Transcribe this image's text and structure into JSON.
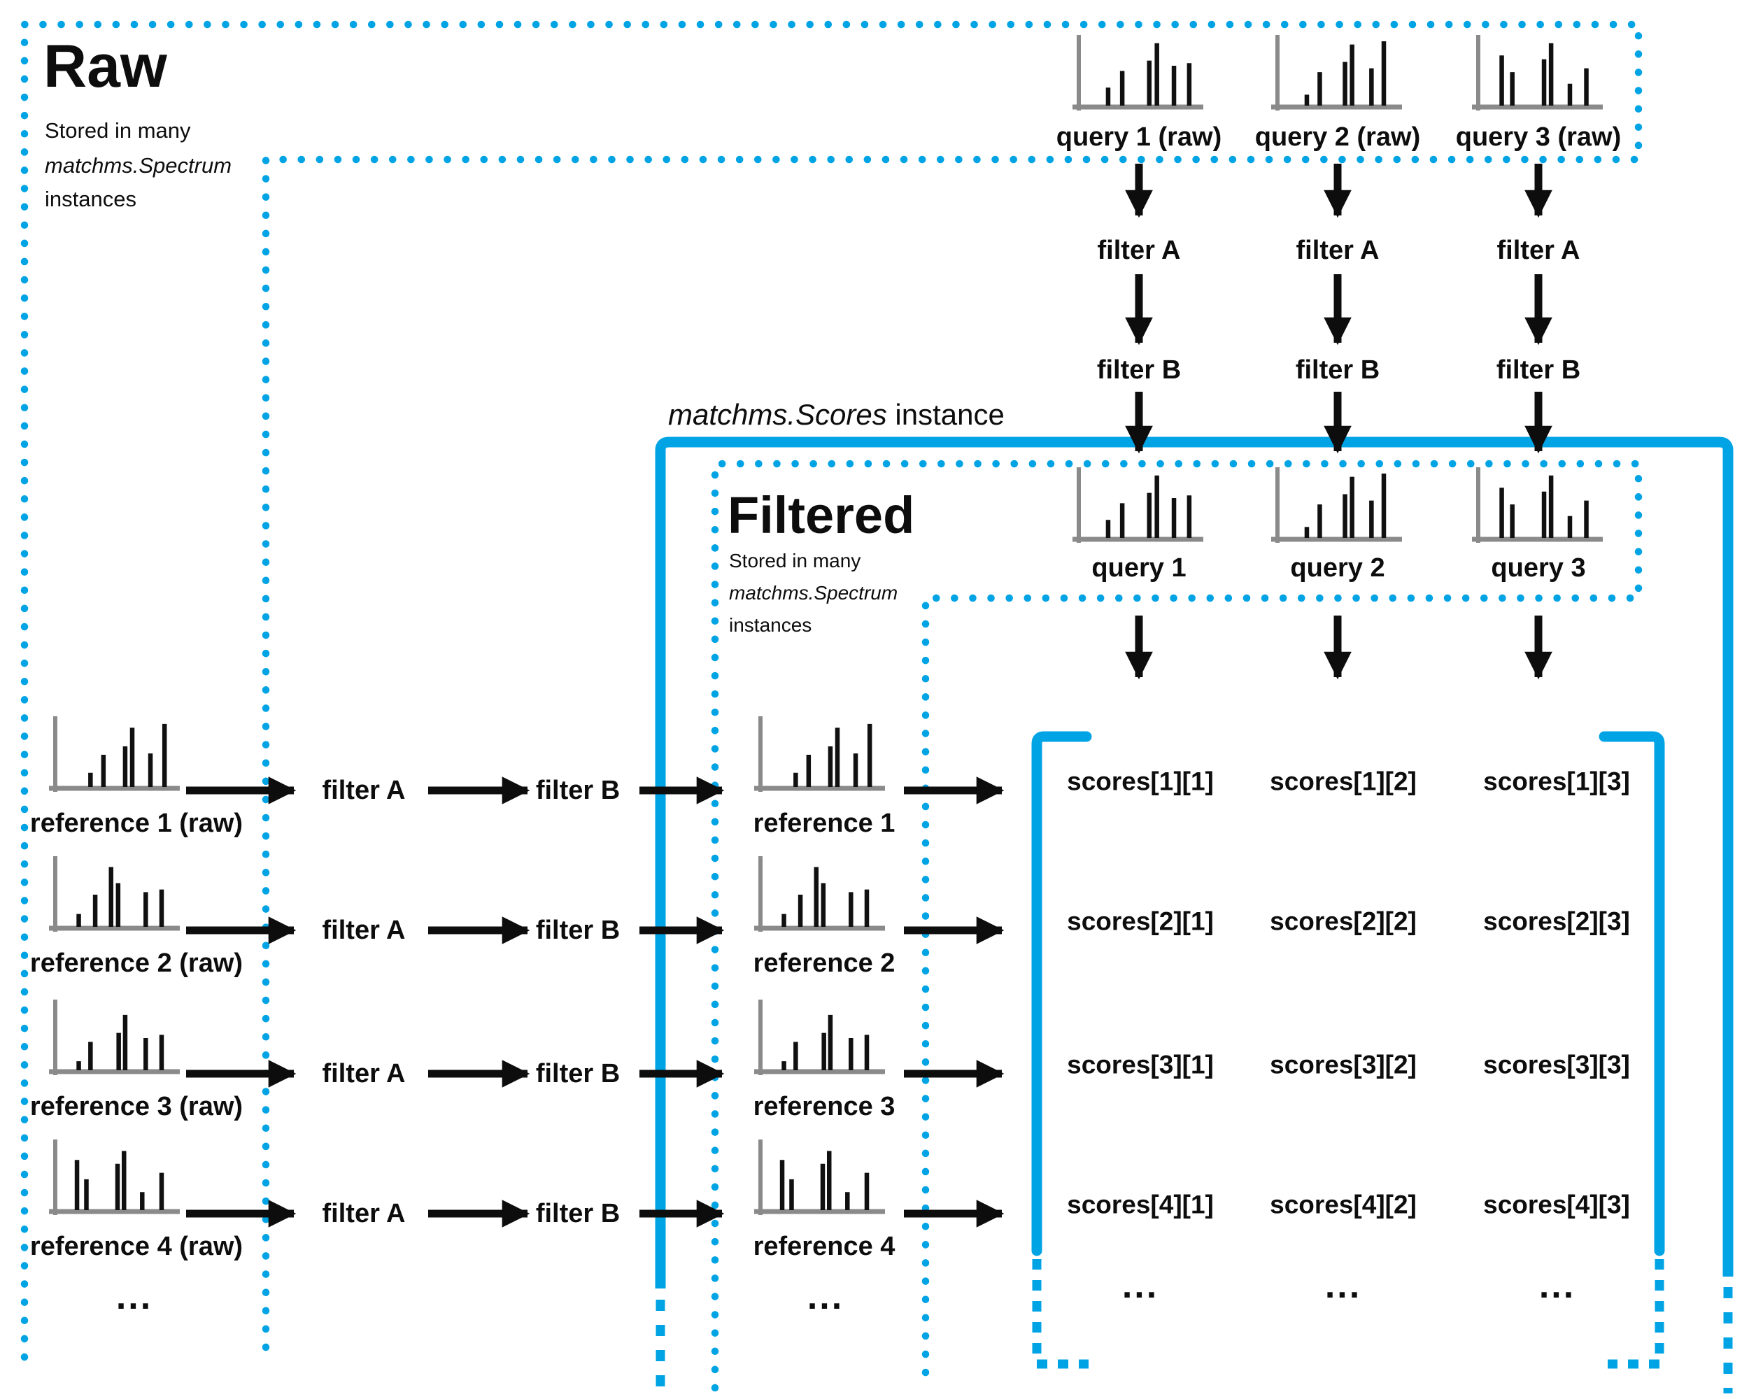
{
  "palette": {
    "accent": "#00A3E4",
    "ink": "#0D0D0D",
    "axis_gray": "#8A8A8A"
  },
  "raw_region": {
    "title": "Raw",
    "subtitle": [
      "Stored in many",
      "matchms.Spectrum",
      "instances"
    ]
  },
  "filtered_region": {
    "title": "Filtered",
    "subtitle": [
      "Stored in many",
      "matchms.Spectrum",
      "instances"
    ]
  },
  "scores_region": {
    "label_italic": "matchms.Scores",
    "label_regular": " instance"
  },
  "filters": {
    "a": "filter A",
    "b": "filter B"
  },
  "queries": {
    "raw": [
      "query 1 (raw)",
      "query 2 (raw)",
      "query 3 (raw)"
    ],
    "filtered": [
      "query 1",
      "query 2",
      "query 3"
    ]
  },
  "references": {
    "raw": [
      "reference 1 (raw)",
      "reference 2 (raw)",
      "reference 3 (raw)",
      "reference 4 (raw)"
    ],
    "filtered": [
      "reference 1",
      "reference 2",
      "reference 3",
      "reference 4"
    ],
    "ellipsis": "..."
  },
  "scores": {
    "cells": [
      [
        "scores[1][1]",
        "scores[1][2]",
        "scores[1][3]"
      ],
      [
        "scores[2][1]",
        "scores[2][2]",
        "scores[2][3]"
      ],
      [
        "scores[3][1]",
        "scores[3][2]",
        "scores[3][3]"
      ],
      [
        "scores[4][1]",
        "scores[4][2]",
        "scores[4][3]"
      ]
    ],
    "ellipsis": "..."
  },
  "spectra": {
    "q1": [
      [
        0.22,
        0.28
      ],
      [
        0.34,
        0.54
      ],
      [
        0.57,
        0.7
      ],
      [
        0.635,
        0.97
      ],
      [
        0.78,
        0.62
      ],
      [
        0.91,
        0.66
      ]
    ],
    "q2": [
      [
        0.22,
        0.17
      ],
      [
        0.33,
        0.52
      ],
      [
        0.545,
        0.68
      ],
      [
        0.605,
        0.95
      ],
      [
        0.77,
        0.58
      ],
      [
        0.875,
        1.0
      ]
    ],
    "q3": [
      [
        0.17,
        0.78
      ],
      [
        0.26,
        0.52
      ],
      [
        0.53,
        0.72
      ],
      [
        0.59,
        0.97
      ],
      [
        0.75,
        0.34
      ],
      [
        0.89,
        0.58
      ]
    ],
    "r1": [
      [
        0.27,
        0.22
      ],
      [
        0.38,
        0.5
      ],
      [
        0.565,
        0.63
      ],
      [
        0.625,
        0.92
      ],
      [
        0.78,
        0.52
      ],
      [
        0.9,
        0.98
      ]
    ],
    "r2": [
      [
        0.17,
        0.2
      ],
      [
        0.31,
        0.5
      ],
      [
        0.445,
        0.93
      ],
      [
        0.505,
        0.68
      ],
      [
        0.74,
        0.54
      ],
      [
        0.875,
        0.58
      ]
    ],
    "r3": [
      [
        0.17,
        0.14
      ],
      [
        0.27,
        0.44
      ],
      [
        0.51,
        0.58
      ],
      [
        0.565,
        0.86
      ],
      [
        0.74,
        0.5
      ],
      [
        0.875,
        0.55
      ]
    ],
    "r4": [
      [
        0.155,
        0.78
      ],
      [
        0.235,
        0.48
      ],
      [
        0.5,
        0.72
      ],
      [
        0.555,
        0.92
      ],
      [
        0.71,
        0.28
      ],
      [
        0.875,
        0.58
      ]
    ]
  }
}
